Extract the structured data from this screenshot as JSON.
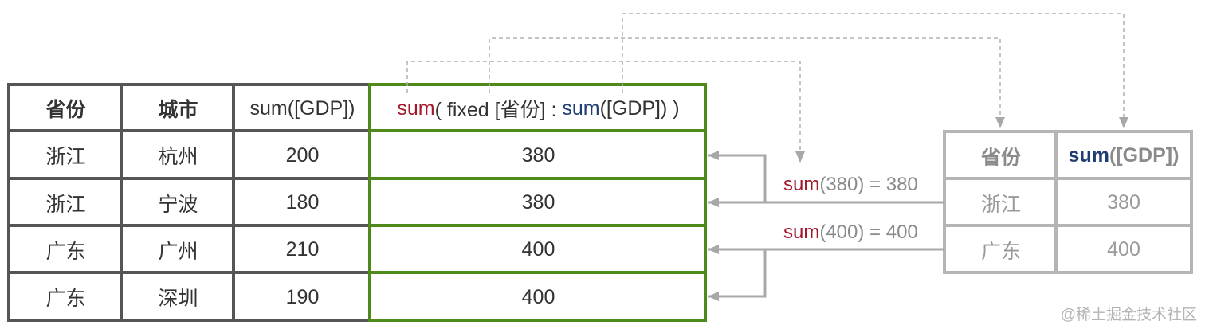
{
  "left_table": {
    "headers": [
      "省份",
      "城市",
      "sum([GDP])"
    ],
    "formula": {
      "fn": "sum",
      "open": "( fixed [省份] : ",
      "inner_fn": "sum",
      "inner_arg": "([GDP])",
      "close": " )"
    },
    "rows": [
      [
        "浙江",
        "杭州",
        "200",
        "380"
      ],
      [
        "浙江",
        "宁波",
        "180",
        "380"
      ],
      [
        "广东",
        "广州",
        "210",
        "400"
      ],
      [
        "广东",
        "深圳",
        "190",
        "400"
      ]
    ]
  },
  "right_table": {
    "header_province": "省份",
    "header_sum_fn": "sum",
    "header_sum_arg": "([GDP])",
    "rows": [
      [
        "浙江",
        "380"
      ],
      [
        "广东",
        "400"
      ]
    ]
  },
  "notes": [
    {
      "fn": "sum",
      "rest": "(380) = 380"
    },
    {
      "fn": "sum",
      "rest": "(400) = 400"
    }
  ],
  "watermark": "@稀土掘金技术社区",
  "colors": {
    "dark_border": "#555555",
    "green": "#4e8a1a",
    "light_border": "#b5b5b5",
    "arrow": "#a8a8a8",
    "red": "#a3192c",
    "blue": "#1f3d73"
  }
}
